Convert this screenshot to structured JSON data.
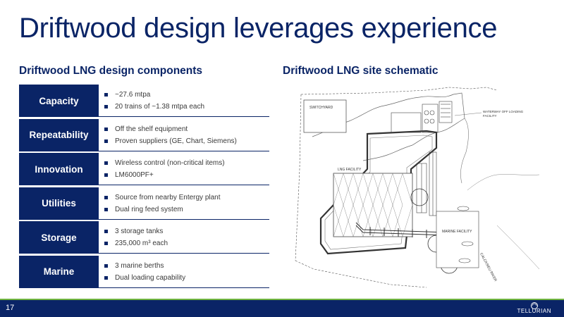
{
  "title": "Driftwood design leverages experience",
  "left_subhead": "Driftwood LNG design components",
  "right_subhead": "Driftwood LNG site schematic",
  "components": [
    {
      "label": "Capacity",
      "bullets": [
        "~27.6 mtpa",
        "20 trains of ~1.38 mtpa each"
      ]
    },
    {
      "label": "Repeatability",
      "bullets": [
        "Off the shelf equipment",
        "Proven suppliers (GE, Chart, Siemens)"
      ]
    },
    {
      "label": "Innovation",
      "bullets": [
        "Wireless control (non-critical items)",
        "LM6000PF+"
      ]
    },
    {
      "label": "Utilities",
      "bullets": [
        "Source from nearby Entergy plant",
        "Dual ring feed system"
      ]
    },
    {
      "label": "Storage",
      "bullets": [
        "3 storage tanks",
        "235,000 m³ each"
      ]
    },
    {
      "label": "Marine",
      "bullets": [
        "3 marine berths",
        "Dual loading capability"
      ]
    }
  ],
  "schematic_labels": {
    "switchyard": "SWITCHYARD",
    "lng_facility": "LNG FACILITY",
    "marine_facility": "MARINE FACILITY",
    "waterway": "WATERWAY OFF LOADING",
    "waterway2": "FACILITY",
    "river": "CALCASIEU RIVER"
  },
  "footer": {
    "page_number": "17",
    "logo_text": "TELLURIAN"
  },
  "colors": {
    "navy": "#0a2466",
    "accent_green": "#6fb33f"
  }
}
